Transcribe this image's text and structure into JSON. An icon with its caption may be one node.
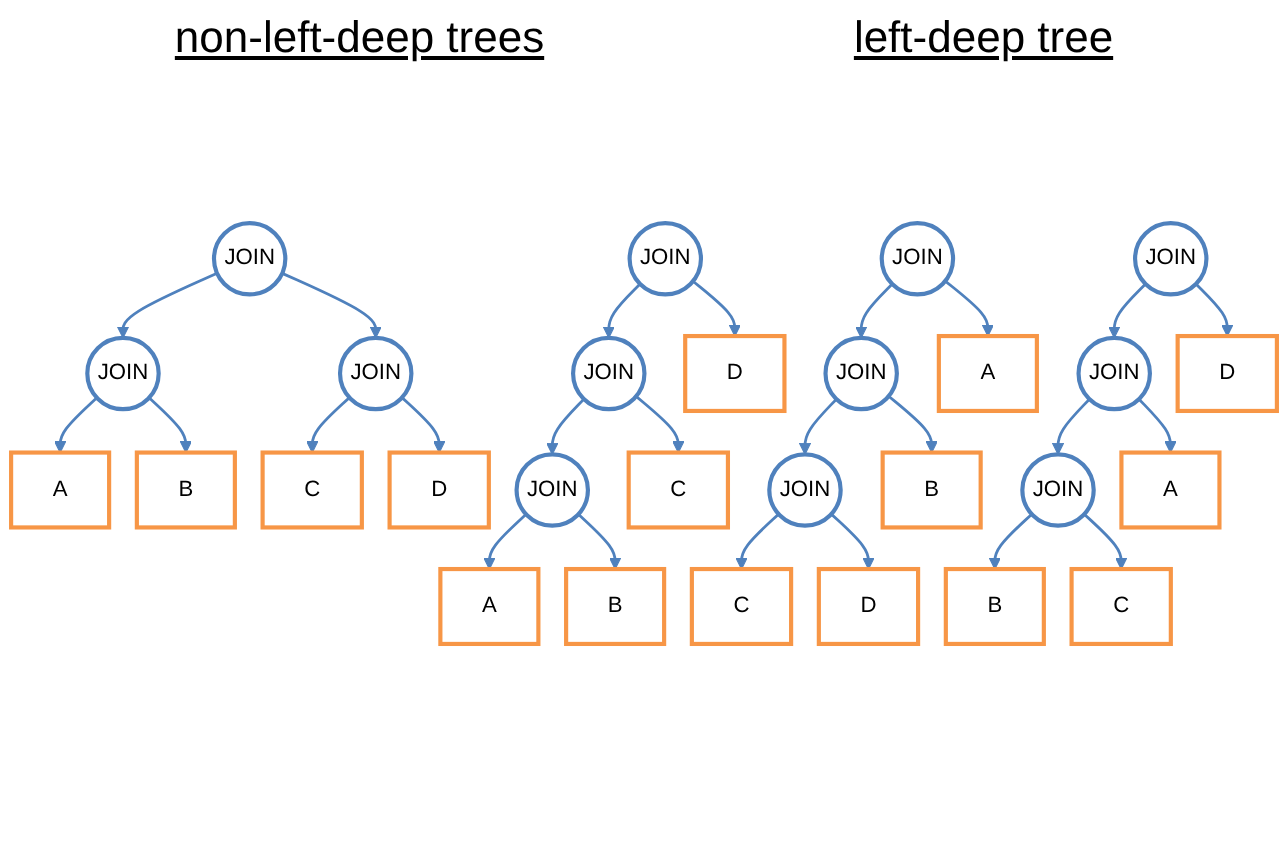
{
  "diagram": {
    "nodes": [
      {
        "text": [
          "JOIN"
        ]
      },
      {
        "text": [
          "JOIN"
        ]
      },
      {
        "text": [
          "JOIN"
        ]
      },
      {
        "text": [
          "A"
        ]
      },
      {
        "text": [
          "B"
        ]
      },
      {
        "text": [
          "C"
        ]
      },
      {
        "text": [
          "D"
        ]
      },
      {
        "text": [
          "JOIN"
        ]
      },
      {
        "text": [
          "JOIN"
        ]
      },
      {
        "text": [
          "JOIN"
        ]
      },
      {
        "text": [
          "A"
        ]
      },
      {
        "text": [
          "B"
        ]
      },
      {
        "text": [
          "C"
        ]
      },
      {
        "text": [
          "D"
        ]
      },
      {
        "text": [
          "JOIN"
        ]
      },
      {
        "text": [
          "JOIN"
        ]
      },
      {
        "text": [
          "JOIN"
        ]
      },
      {
        "text": [
          "A"
        ]
      },
      {
        "text": [
          "B"
        ]
      },
      {
        "text": [
          "C"
        ]
      },
      {
        "text": [
          "D"
        ]
      },
      {
        "text": [
          "JOIN"
        ]
      },
      {
        "text": [
          "JOIN"
        ]
      },
      {
        "text": [
          "JOIN"
        ]
      },
      {
        "text": [
          "A"
        ]
      },
      {
        "text": [
          "B"
        ]
      },
      {
        "text": [
          "C"
        ]
      },
      {
        "text": [
          "D"
        ]
      }
    ],
    "edges": [
      {
        "from": 0,
        "to": 1,
        "arrow": "to"
      },
      {
        "from": 0,
        "to": 2,
        "arrow": "to"
      },
      {
        "from": 1,
        "to": 3,
        "arrow": "to"
      },
      {
        "from": 1,
        "to": 4,
        "arrow": "to"
      },
      {
        "from": 2,
        "to": 5,
        "arrow": "to"
      },
      {
        "from": 2,
        "to": 6,
        "arrow": "to"
      },
      {
        "from": 7,
        "to": 8,
        "arrow": "to"
      },
      {
        "from": 7,
        "to": 13,
        "arrow": "to"
      },
      {
        "from": 8,
        "to": 9,
        "arrow": "to"
      },
      {
        "from": 8,
        "to": 12,
        "arrow": "to"
      },
      {
        "from": 9,
        "to": 10,
        "arrow": "to"
      },
      {
        "from": 9,
        "to": 11,
        "arrow": "to"
      },
      {
        "from": 14,
        "to": 17,
        "arrow": "to"
      },
      {
        "from": 14,
        "to": 15,
        "arrow": "to"
      },
      {
        "from": 15,
        "to": 18,
        "arrow": "to"
      },
      {
        "from": 15,
        "to": 16,
        "arrow": "to"
      },
      {
        "from": 16,
        "to": 19,
        "arrow": "to"
      },
      {
        "from": 16,
        "to": 20,
        "arrow": "to"
      },
      {
        "from": 21,
        "to": 22,
        "arrow": "to"
      },
      {
        "from": 21,
        "to": 27,
        "arrow": "to"
      },
      {
        "from": 22,
        "to": 24,
        "arrow": "to"
      },
      {
        "from": 22,
        "to": 23,
        "arrow": "to"
      },
      {
        "from": 23,
        "to": 25,
        "arrow": "to"
      },
      {
        "from": 23,
        "to": 26,
        "arrow": "to"
      }
    ],
    "labels": [
      "non-left-deep trees",
      "left-deep tree"
    ]
  }
}
